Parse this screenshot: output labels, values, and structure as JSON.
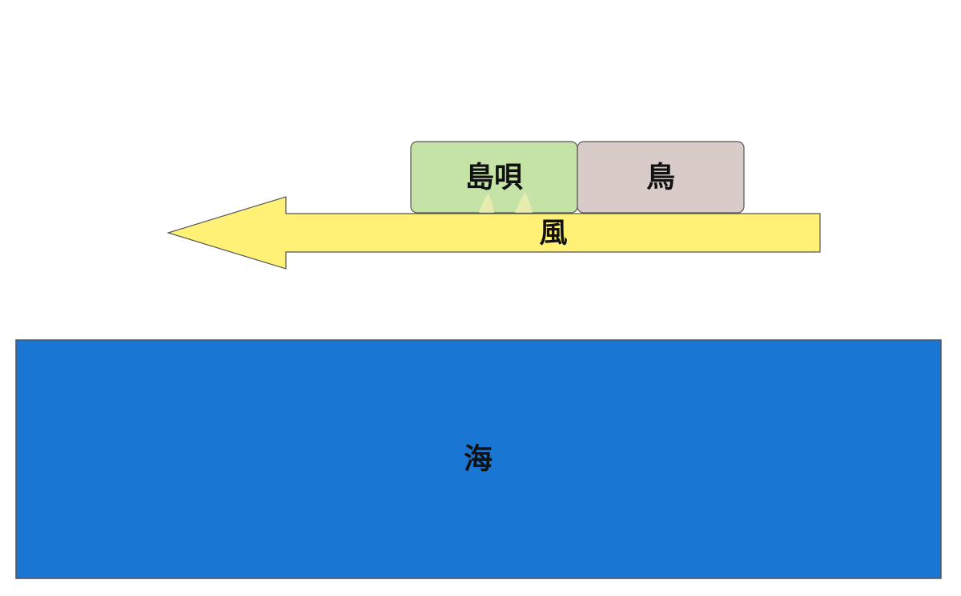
{
  "diagram": {
    "shimauta": {
      "label": "島唄",
      "fill": "#c5e3a6"
    },
    "tori": {
      "label": "鳥",
      "fill": "#d9ccc8"
    },
    "kaze": {
      "label": "風",
      "fill": "#fff176"
    },
    "umi": {
      "label": "海",
      "fill": "#1976d2"
    },
    "stroke": "#555555"
  }
}
